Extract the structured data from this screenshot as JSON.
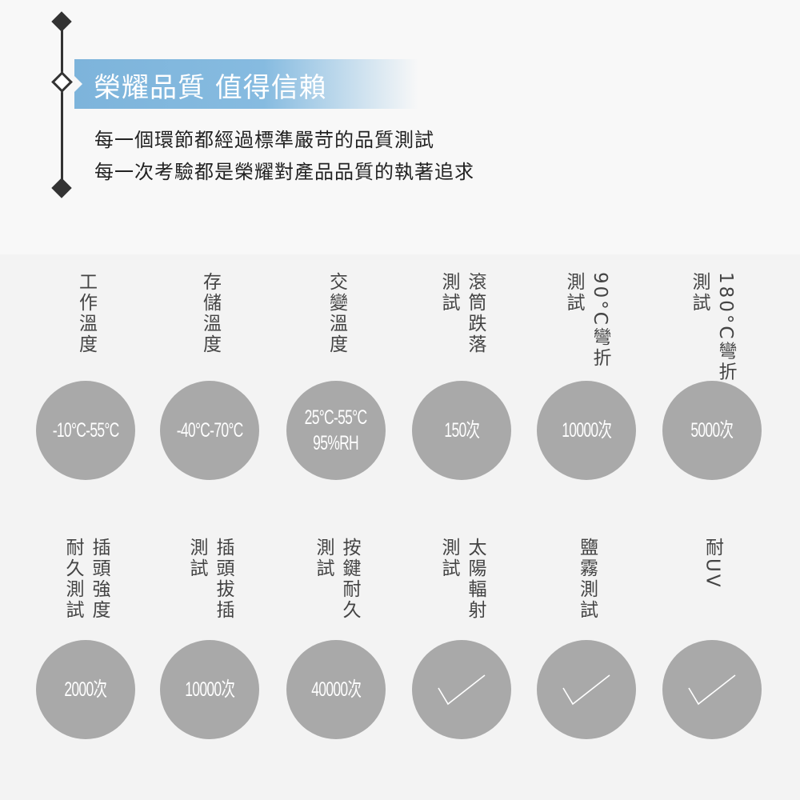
{
  "header": {
    "title": "榮耀品質 值得信賴",
    "lines": [
      "每一個環節都經過標準嚴苛的品質測試",
      "每一次考驗都是榮耀對產品品質的執著追求"
    ],
    "accent_color": "#7db4db"
  },
  "tests": [
    {
      "label": "工作溫度",
      "values": [
        "-10°C-55°C"
      ]
    },
    {
      "label": "存儲溫度",
      "values": [
        "-40°C-70°C"
      ]
    },
    {
      "label": "交變溫度",
      "values": [
        "25°C-55°C",
        "95%RH"
      ]
    },
    {
      "label": "滾筒跌落\n測試",
      "values": [
        "150次"
      ]
    },
    {
      "label": "90°C彎折\n測試",
      "values": [
        "10000次"
      ]
    },
    {
      "label": "180°C彎折\n測試",
      "values": [
        "5000次"
      ]
    },
    {
      "label": "插頭強度\n耐久測試",
      "values": [
        "2000次"
      ]
    },
    {
      "label": "插頭拔插\n測試",
      "values": [
        "10000次"
      ]
    },
    {
      "label": "按鍵耐久\n測試",
      "values": [
        "40000次"
      ]
    },
    {
      "label": "太陽輻射\n測試",
      "values": [],
      "icon": "checkmark-icon"
    },
    {
      "label": "鹽霧測試",
      "values": [],
      "icon": "checkmark-icon"
    },
    {
      "label": "耐UV",
      "values": [],
      "icon": "checkmark-icon"
    }
  ]
}
